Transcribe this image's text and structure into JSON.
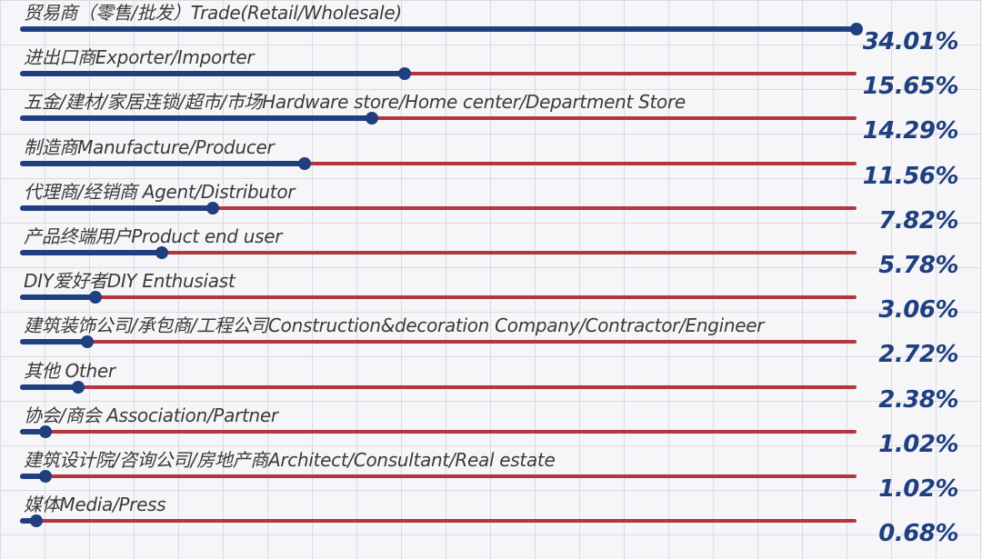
{
  "chart_data": {
    "type": "bar",
    "orientation": "horizontal",
    "max_value": 34.01,
    "grid": true,
    "colors": {
      "fill": "#1f3f7f",
      "track": "#b5343f",
      "value_text": "#1f3f7f"
    },
    "categories": [
      "贸易商（零售/批发）Trade(Retail/Wholesale)",
      "进出口商Exporter/Importer",
      "五金/建材/家居连锁/超市/市场Hardware store/Home center/Department Store",
      "制造商Manufacture/Producer",
      "代理商/经销商 Agent/Distributor",
      "产品终端用户Product end user",
      "DIY爱好者DIY Enthusiast",
      "建筑装饰公司/承包商/工程公司Construction&decoration Company/Contractor/Engineer",
      "其他 Other",
      "协会/商会 Association/Partner",
      "建筑设计院/咨询公司/房地产商Architect/Consultant/Real estate",
      "媒体Media/Press"
    ],
    "values": [
      34.01,
      15.65,
      14.29,
      11.56,
      7.82,
      5.78,
      3.06,
      2.72,
      2.38,
      1.02,
      1.02,
      0.68
    ],
    "value_labels": [
      "34.01%",
      "15.65%",
      "14.29%",
      "11.56%",
      "7.82%",
      "5.78%",
      "3.06%",
      "2.72%",
      "2.38%",
      "1.02%",
      "1.02%",
      "0.68%"
    ]
  }
}
